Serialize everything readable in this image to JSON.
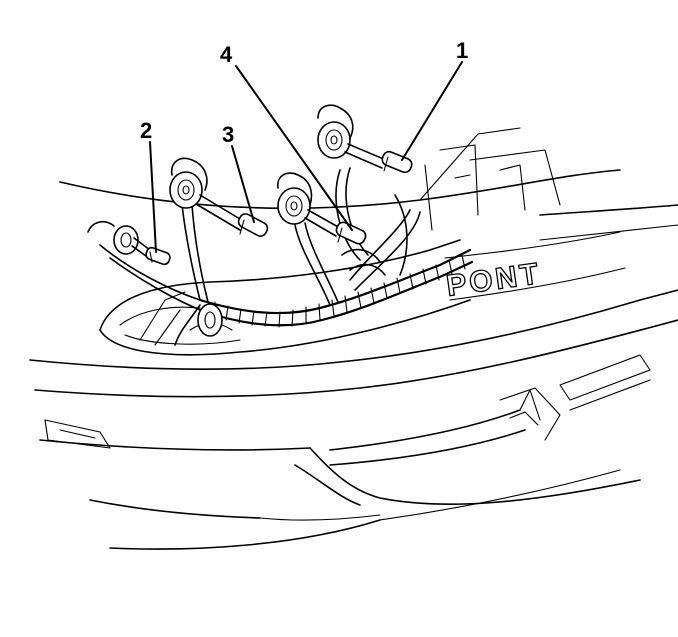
{
  "callouts": [
    {
      "id": "1",
      "label": "1"
    },
    {
      "id": "2",
      "label": "2"
    },
    {
      "id": "3",
      "label": "3"
    },
    {
      "id": "4",
      "label": "4"
    }
  ],
  "emblem_text": "PONT"
}
